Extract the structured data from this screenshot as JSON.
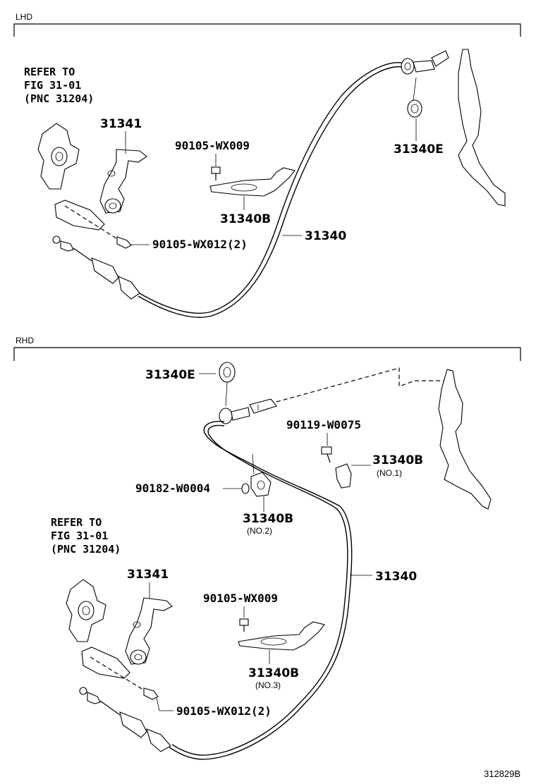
{
  "sections": {
    "lhd": "LHD",
    "rhd": "RHD"
  },
  "lhd": {
    "refer": [
      "REFER TO",
      "FIG 31-01",
      "(PNC 31204)"
    ],
    "part_31341": "31341",
    "part_bolt_wx009": "90105-WX009",
    "part_31340E": "31340E",
    "part_31340B": "31340B",
    "part_31340": "31340",
    "part_bolt_wx012": "90105-WX012(2)"
  },
  "rhd": {
    "part_31340E": "31340E",
    "part_w0075": "90119-W0075",
    "part_31340B_1": "31340B",
    "note_no1": "(NO.1)",
    "part_w0004": "90182-W0004",
    "part_31340B_2": "31340B",
    "note_no2": "(NO.2)",
    "refer": [
      "REFER TO",
      "FIG 31-01",
      "(PNC 31204)"
    ],
    "part_31341": "31341",
    "part_31340": "31340",
    "part_bolt_wx009": "90105-WX009",
    "part_31340B_3": "31340B",
    "note_no3": "(NO.3)",
    "part_bolt_wx012": "90105-WX012(2)"
  },
  "figure_code": "312829B"
}
